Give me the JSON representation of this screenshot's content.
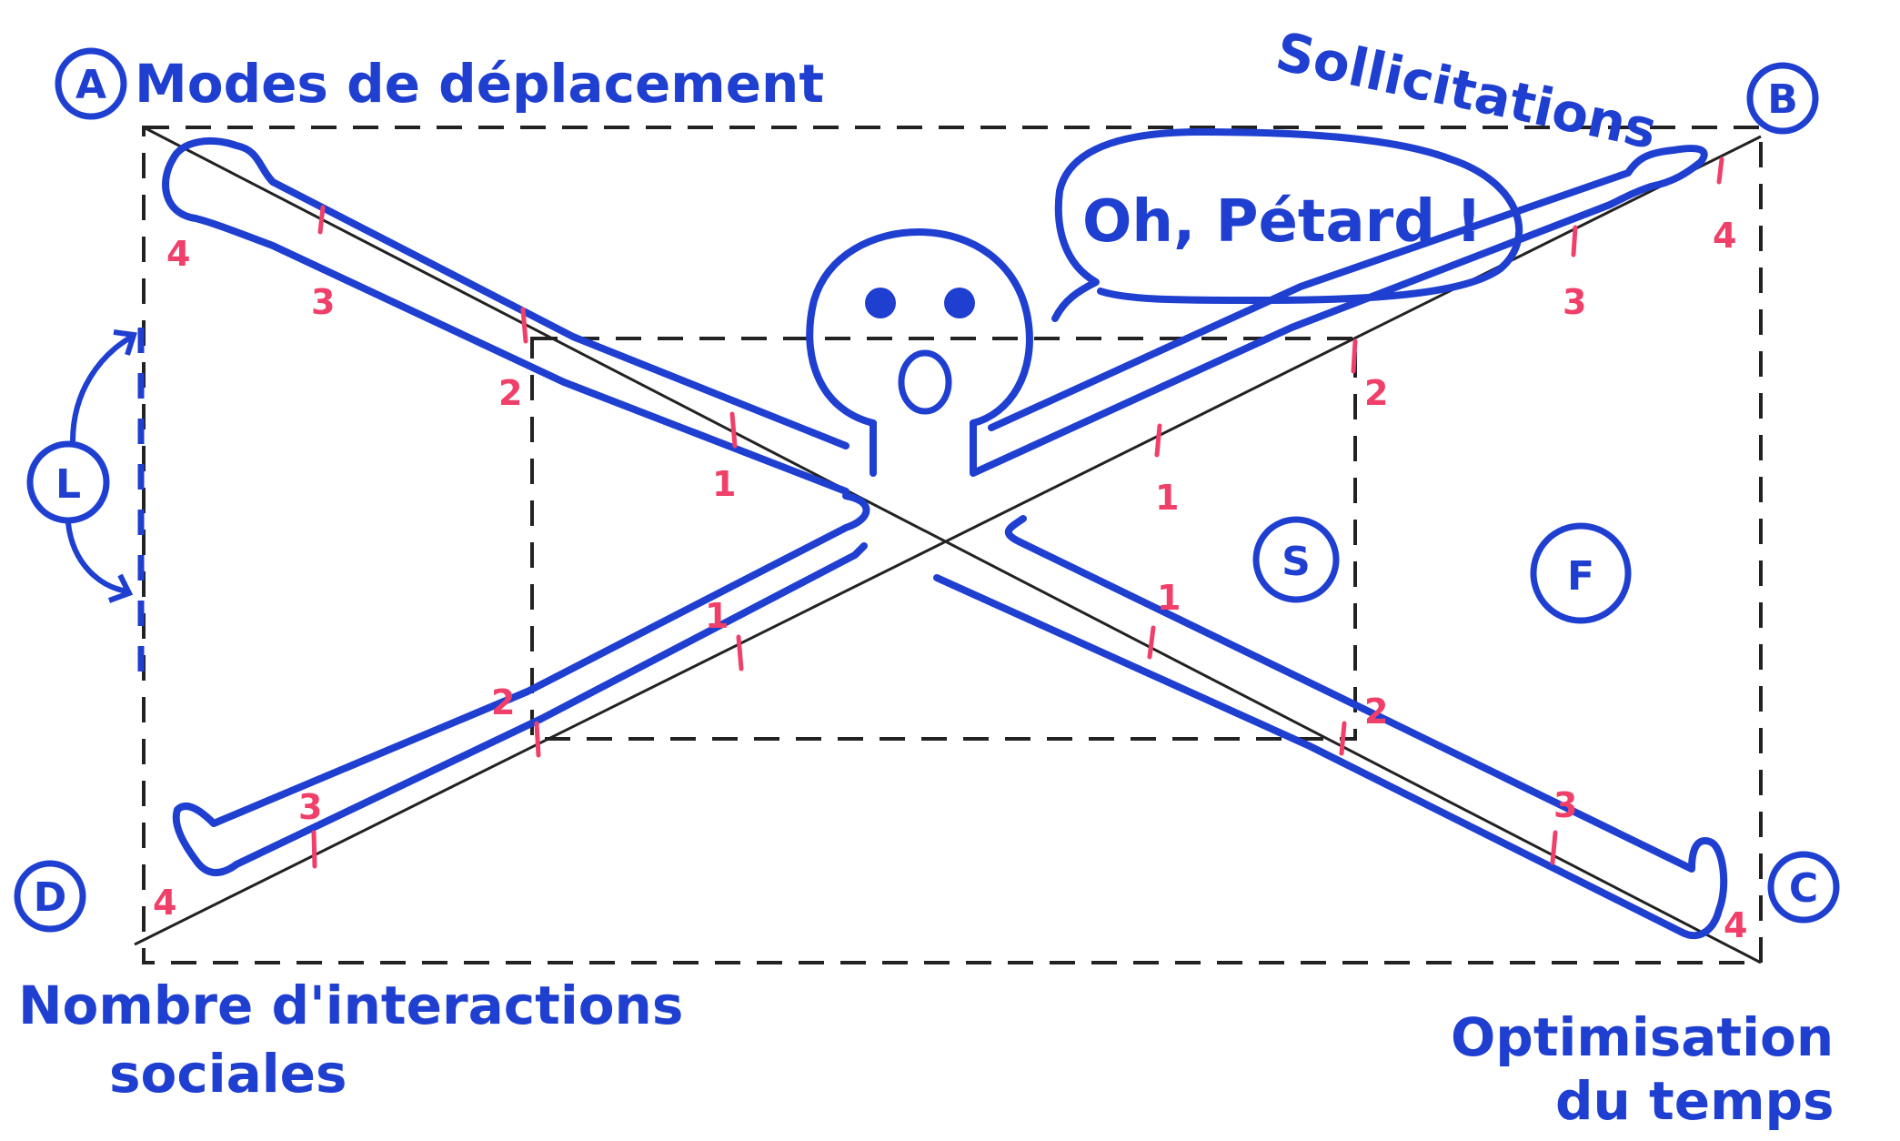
{
  "corners": {
    "a": {
      "letter": "A",
      "label": "Modes de déplacement"
    },
    "b": {
      "letter": "B",
      "label": "Sollicitations"
    },
    "c": {
      "letter": "C",
      "label_line1": "Optimisation",
      "label_line2": "du temps"
    },
    "d": {
      "letter": "D",
      "label_line1": "Nombre d'interactions",
      "label_line2": "sociales"
    }
  },
  "speech_bubble": "Oh, Pétard !",
  "zones": {
    "l": "L",
    "s": "S",
    "f": "F"
  },
  "tick_numbers": {
    "one": "1",
    "two": "2",
    "three": "3",
    "four": "4"
  },
  "colors": {
    "ink_blue": "#1f3fd1",
    "tick_pink": "#f0406a",
    "dash_dark": "#222222"
  }
}
